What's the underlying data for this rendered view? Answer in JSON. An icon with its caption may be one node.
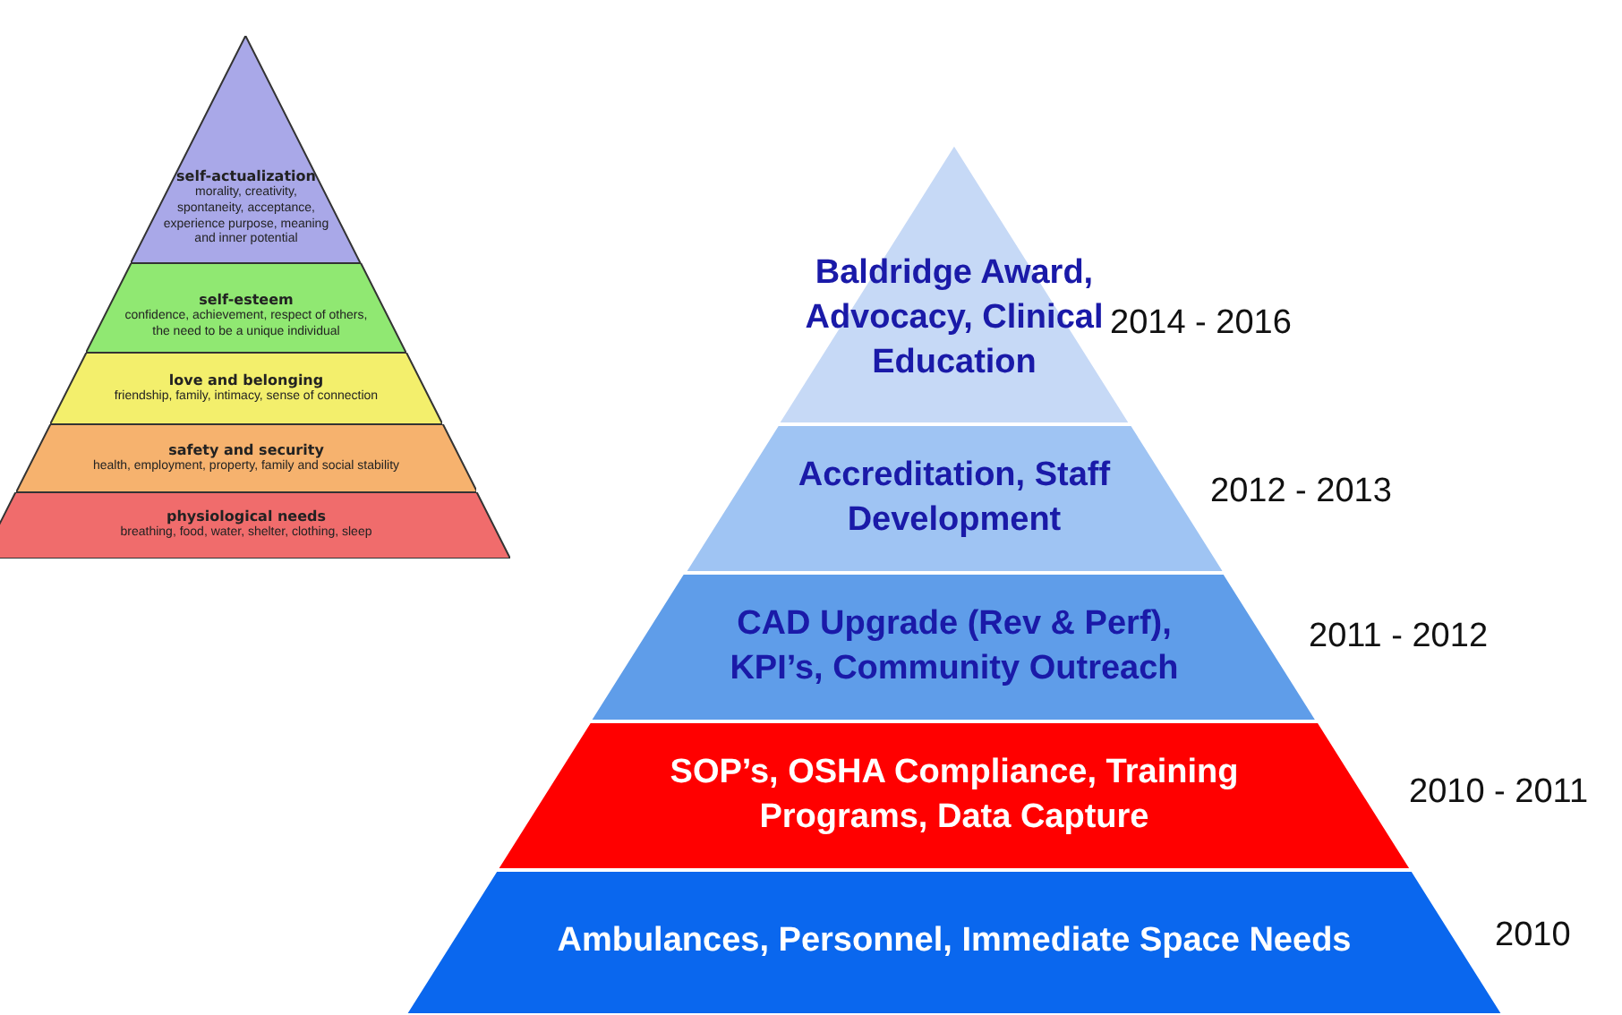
{
  "diagram": {
    "nodes": [
      {
        "text": [
          "self-actualization",
          "morality, creativity, spontaneity, acceptance, experience purpose, meaning and inner potential"
        ]
      },
      {
        "text": [
          "self-esteem",
          "confidence, achievement, respect of others, the need to be a unique individual"
        ]
      },
      {
        "text": [
          "love and belonging",
          "friendship, family, intimacy, sense of connection"
        ]
      },
      {
        "text": [
          "safety and security",
          "health, employment, property, family and social stability"
        ]
      },
      {
        "text": [
          "physiological needs",
          "breathing, food, water, shelter, clothing, sleep"
        ]
      },
      {
        "text": [
          "Baldridge Award, Advocacy, Clinical Education"
        ],
        "beside": [
          "2014 - 2016"
        ]
      },
      {
        "text": [
          "Accreditation, Staff Development"
        ],
        "beside": [
          "2012 - 2013"
        ]
      },
      {
        "text": [
          "CAD Upgrade (Rev & Perf), KPI’s, Community Outreach"
        ],
        "beside": [
          "2011 - 2012"
        ]
      },
      {
        "text": [
          "SOP’s, OSHA Compliance, Training Programs, Data Capture"
        ],
        "beside": [
          "2010 - 2011"
        ]
      },
      {
        "text": [
          "Ambulances, Personnel, Immediate Space Needs"
        ],
        "beside": [
          "2010"
        ]
      }
    ]
  }
}
